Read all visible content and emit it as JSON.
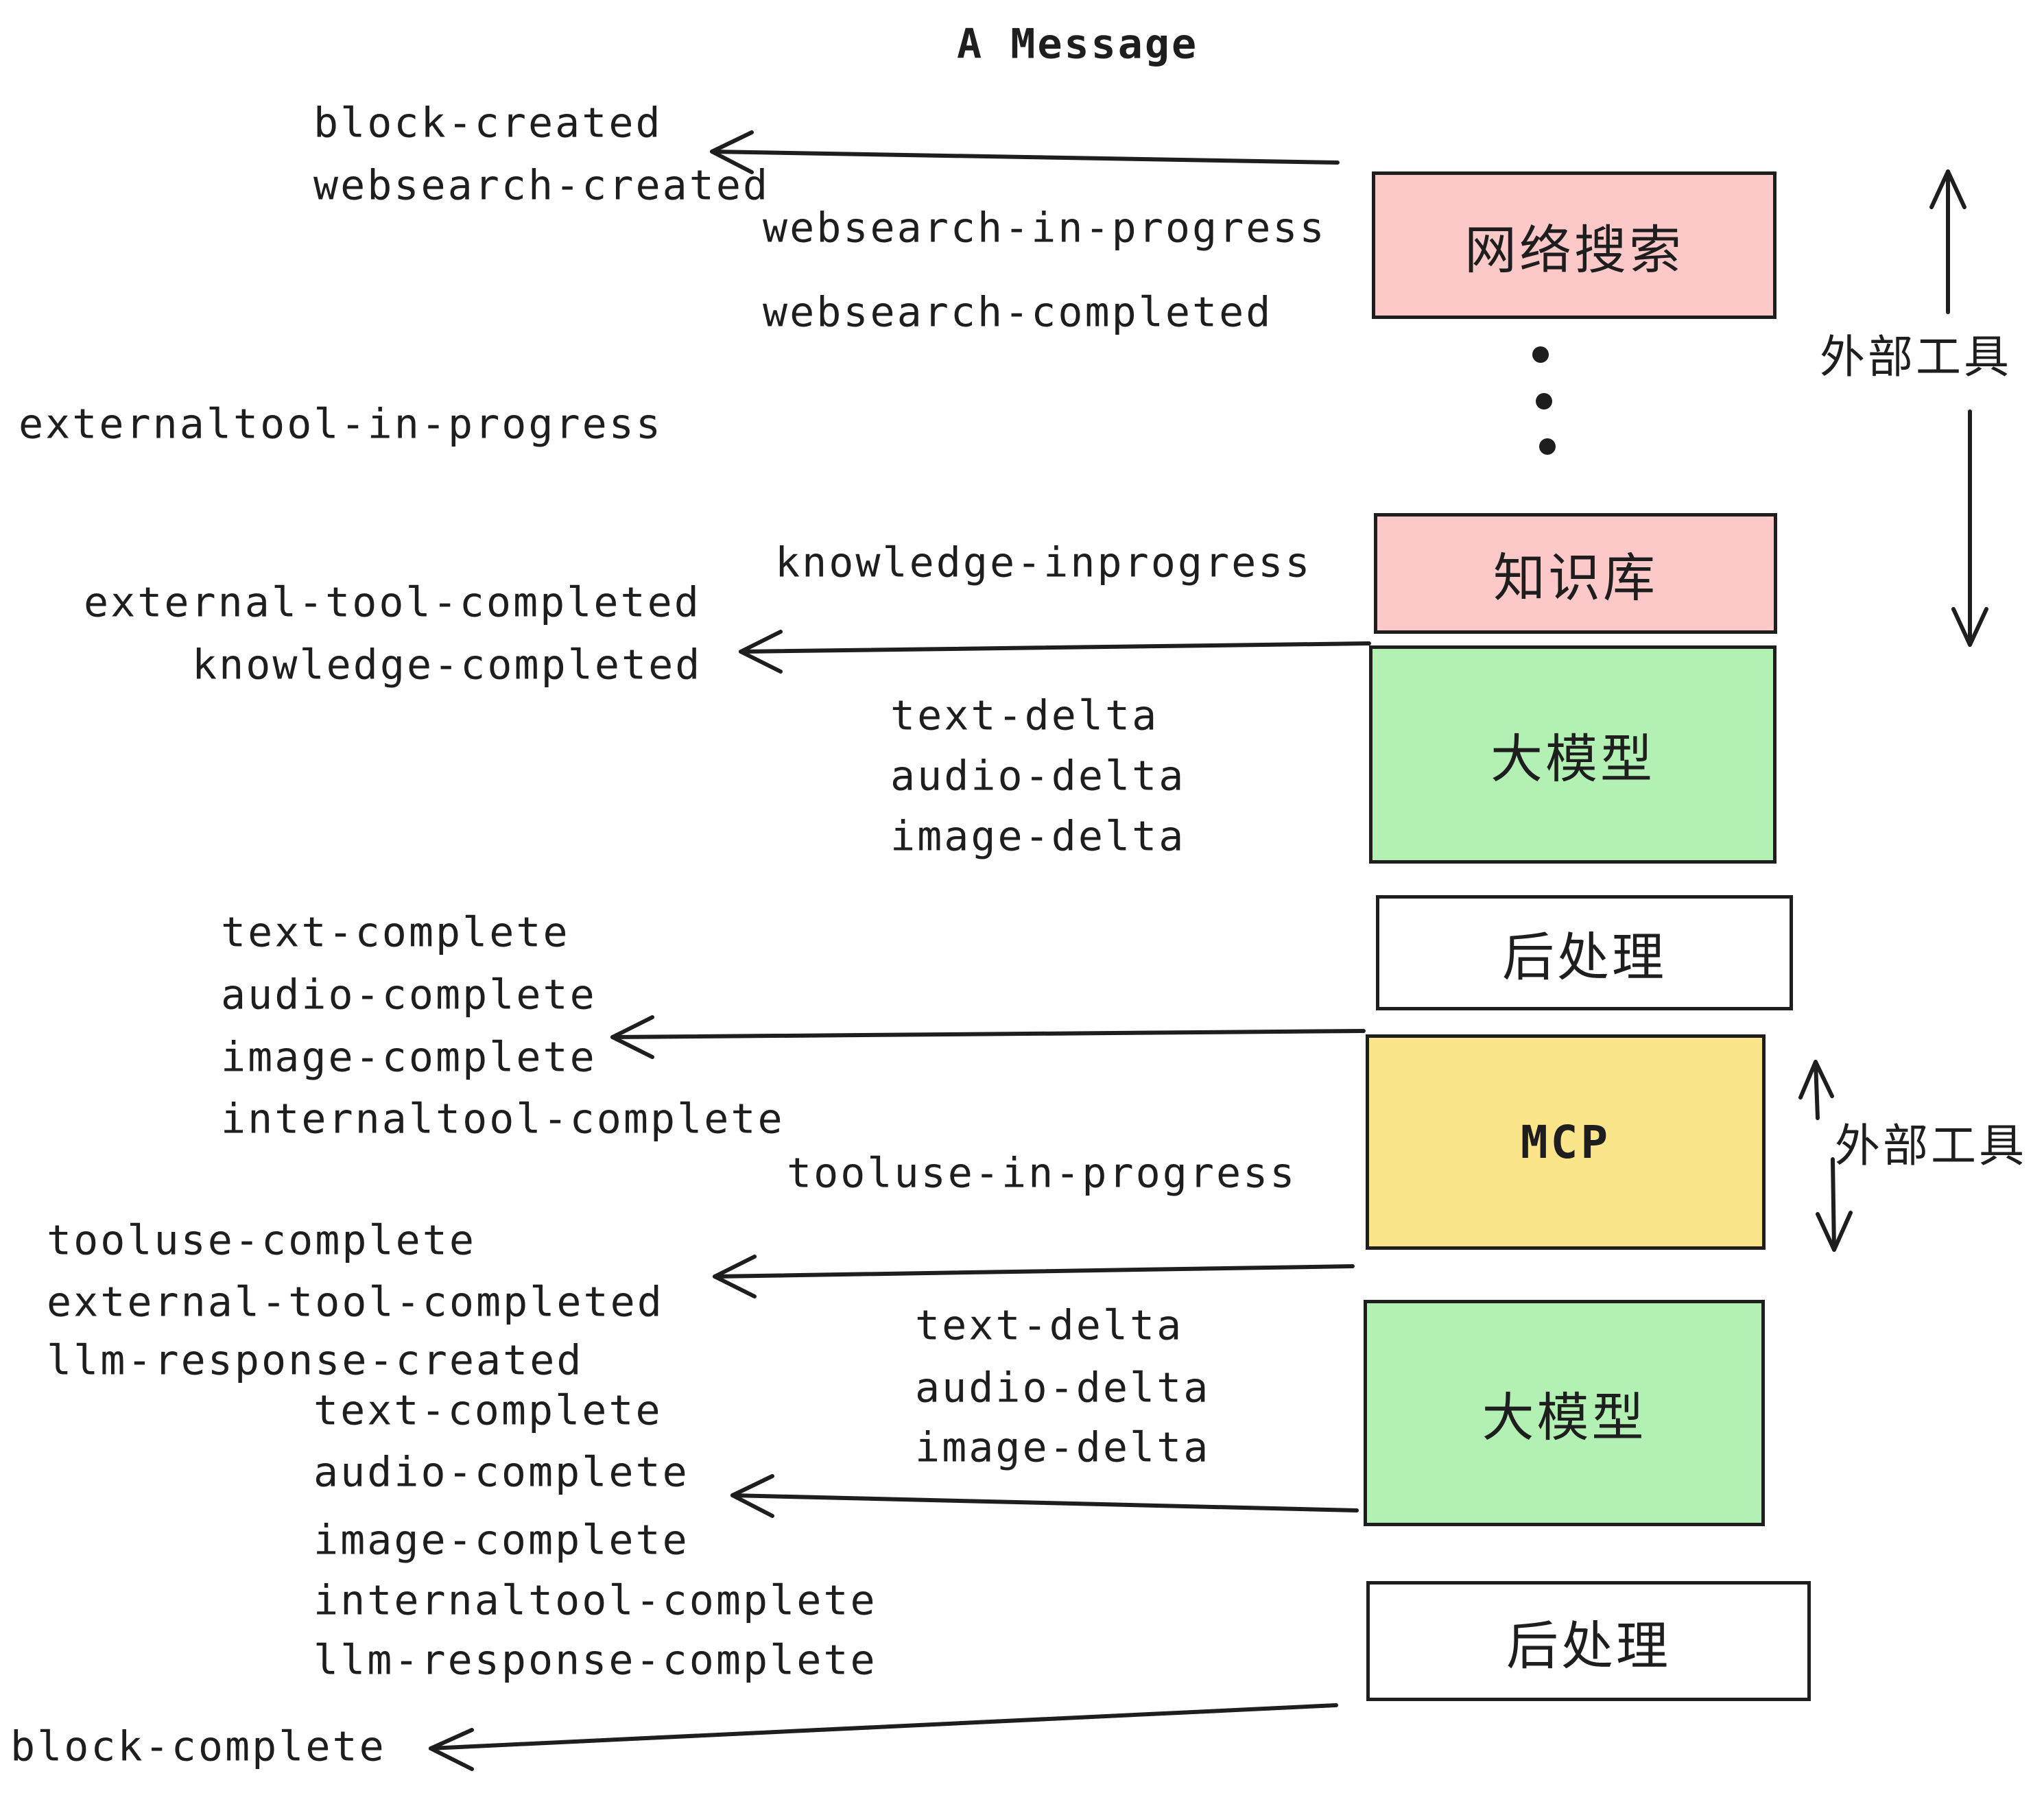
{
  "title": "A Message",
  "colors": {
    "ink": "#1e1e1e",
    "external_tool_box": "#fcc8c8",
    "llm_box": "#b2f0b3",
    "mcp_box": "#fbe58a",
    "post_process_box": "#ffffff"
  },
  "boxes": {
    "websearch": {
      "label": "网络搜索"
    },
    "knowledge": {
      "label": "知识库"
    },
    "llm1": {
      "label": "大模型"
    },
    "post1": {
      "label": "后处理"
    },
    "mcp": {
      "label": "MCP"
    },
    "llm2": {
      "label": "大模型"
    },
    "post2": {
      "label": "后处理"
    }
  },
  "side_annotations": {
    "external_tools_top": "外部工具",
    "external_tools_mcp": "外部工具"
  },
  "events": {
    "block_created": "block-created",
    "websearch_created": "websearch-created",
    "websearch_in_progress": "websearch-in-progress",
    "websearch_completed": "websearch-completed",
    "externaltool_in_progress": "externaltool-in-progress",
    "knowledge_inprogress": "knowledge-inprogress",
    "external_tool_completed_1": "external-tool-completed",
    "knowledge_completed": "knowledge-completed",
    "text_delta_1": "text-delta",
    "audio_delta_1": "audio-delta",
    "image_delta_1": "image-delta",
    "text_complete_1": "text-complete",
    "audio_complete_1": "audio-complete",
    "image_complete_1": "image-complete",
    "internaltool_complete_1": "internaltool-complete",
    "tooluse_in_progress": "tooluse-in-progress",
    "tooluse_complete": "tooluse-complete",
    "external_tool_completed_2": "external-tool-completed",
    "llm_response_created": "llm-response-created",
    "text_complete_2": "text-complete",
    "text_delta_2": "text-delta",
    "audio_delta_2": "audio-delta",
    "image_delta_2": "image-delta",
    "audio_complete_2": "audio-complete",
    "image_complete_2": "image-complete",
    "internaltool_complete_2": "internaltool-complete",
    "llm_response_complete": "llm-response-complete",
    "block_complete": "block-complete"
  },
  "icons": {
    "between_external_tools": "vertical-ellipsis"
  }
}
